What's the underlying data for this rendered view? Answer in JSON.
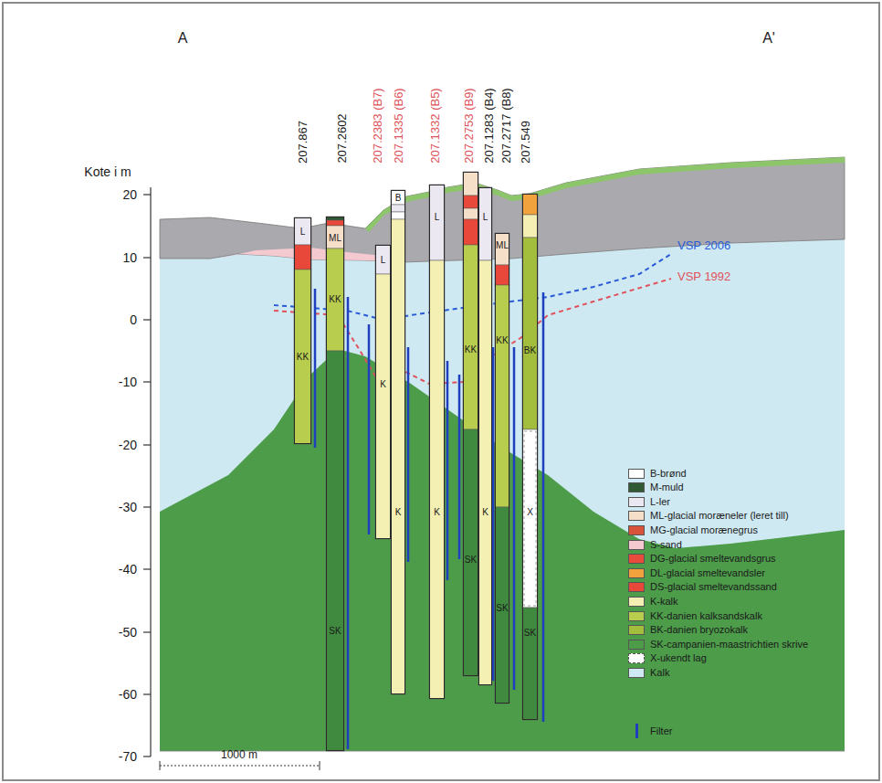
{
  "diagram": {
    "nodes": [
      {
        "text": [
          "207.867",
          "L",
          "KK"
        ]
      },
      {
        "text": [
          "207.2602",
          "ML",
          "KK",
          "SK"
        ]
      },
      {
        "text": [
          "207.2383 (B7)",
          "L",
          "K"
        ]
      },
      {
        "text": [
          "207.1335 (B6)",
          "B",
          "K"
        ]
      },
      {
        "text": [
          "207.1332 (B5)",
          "L",
          "K"
        ]
      },
      {
        "text": [
          "207.2753 (B9)",
          "KK",
          "SK"
        ]
      },
      {
        "text": [
          "207.1283 (B4)",
          "L",
          "K"
        ]
      },
      {
        "text": [
          "207.2717 (B8)",
          "ML",
          "KK",
          "SK"
        ]
      },
      {
        "text": [
          "207.549",
          "BK",
          "X",
          "SK"
        ]
      }
    ],
    "labels": [
      "A",
      "A'",
      "Kote i m",
      "20",
      "10",
      "0",
      "-10",
      "-20",
      "-30",
      "-40",
      "-50",
      "-60",
      "-70",
      "VSP 2006",
      "VSP 1992",
      "1000 m"
    ],
    "legend": [
      {
        "text": "B-brønd",
        "color": "#ffffff"
      },
      {
        "text": "M-muld",
        "color": "#2f5a33"
      },
      {
        "text": "L-ler",
        "color": "#ece8f2"
      },
      {
        "text": "ML-glacial moræneler (leret till)",
        "color": "#f6dfc9"
      },
      {
        "text": "MG-glacial morænegrus",
        "color": "#d9533b"
      },
      {
        "text": "S-sand",
        "color": "#f4c9cf"
      },
      {
        "text": "DG-glacial smeltevandsgrus",
        "color": "#e84a3c"
      },
      {
        "text": "DL-glacial smeltevandsler",
        "color": "#f2a23c"
      },
      {
        "text": "DS-glacial smeltevandssand",
        "color": "#e8483a"
      },
      {
        "text": "K-kalk",
        "color": "#f4f0b4"
      },
      {
        "text": "KK-danien kalksandskalk",
        "color": "#b8cc4e"
      },
      {
        "text": "BK-danien bryozokalk",
        "color": "#a3be3c"
      },
      {
        "text": "SK-campanien-maastrichtien skrive",
        "color": "#4d9c4a"
      },
      {
        "text": "X-ukendt lag",
        "color": "#ffffff"
      },
      {
        "text": "Kalk",
        "color": "#cfe9f3"
      },
      {
        "text": "Filter"
      }
    ]
  }
}
